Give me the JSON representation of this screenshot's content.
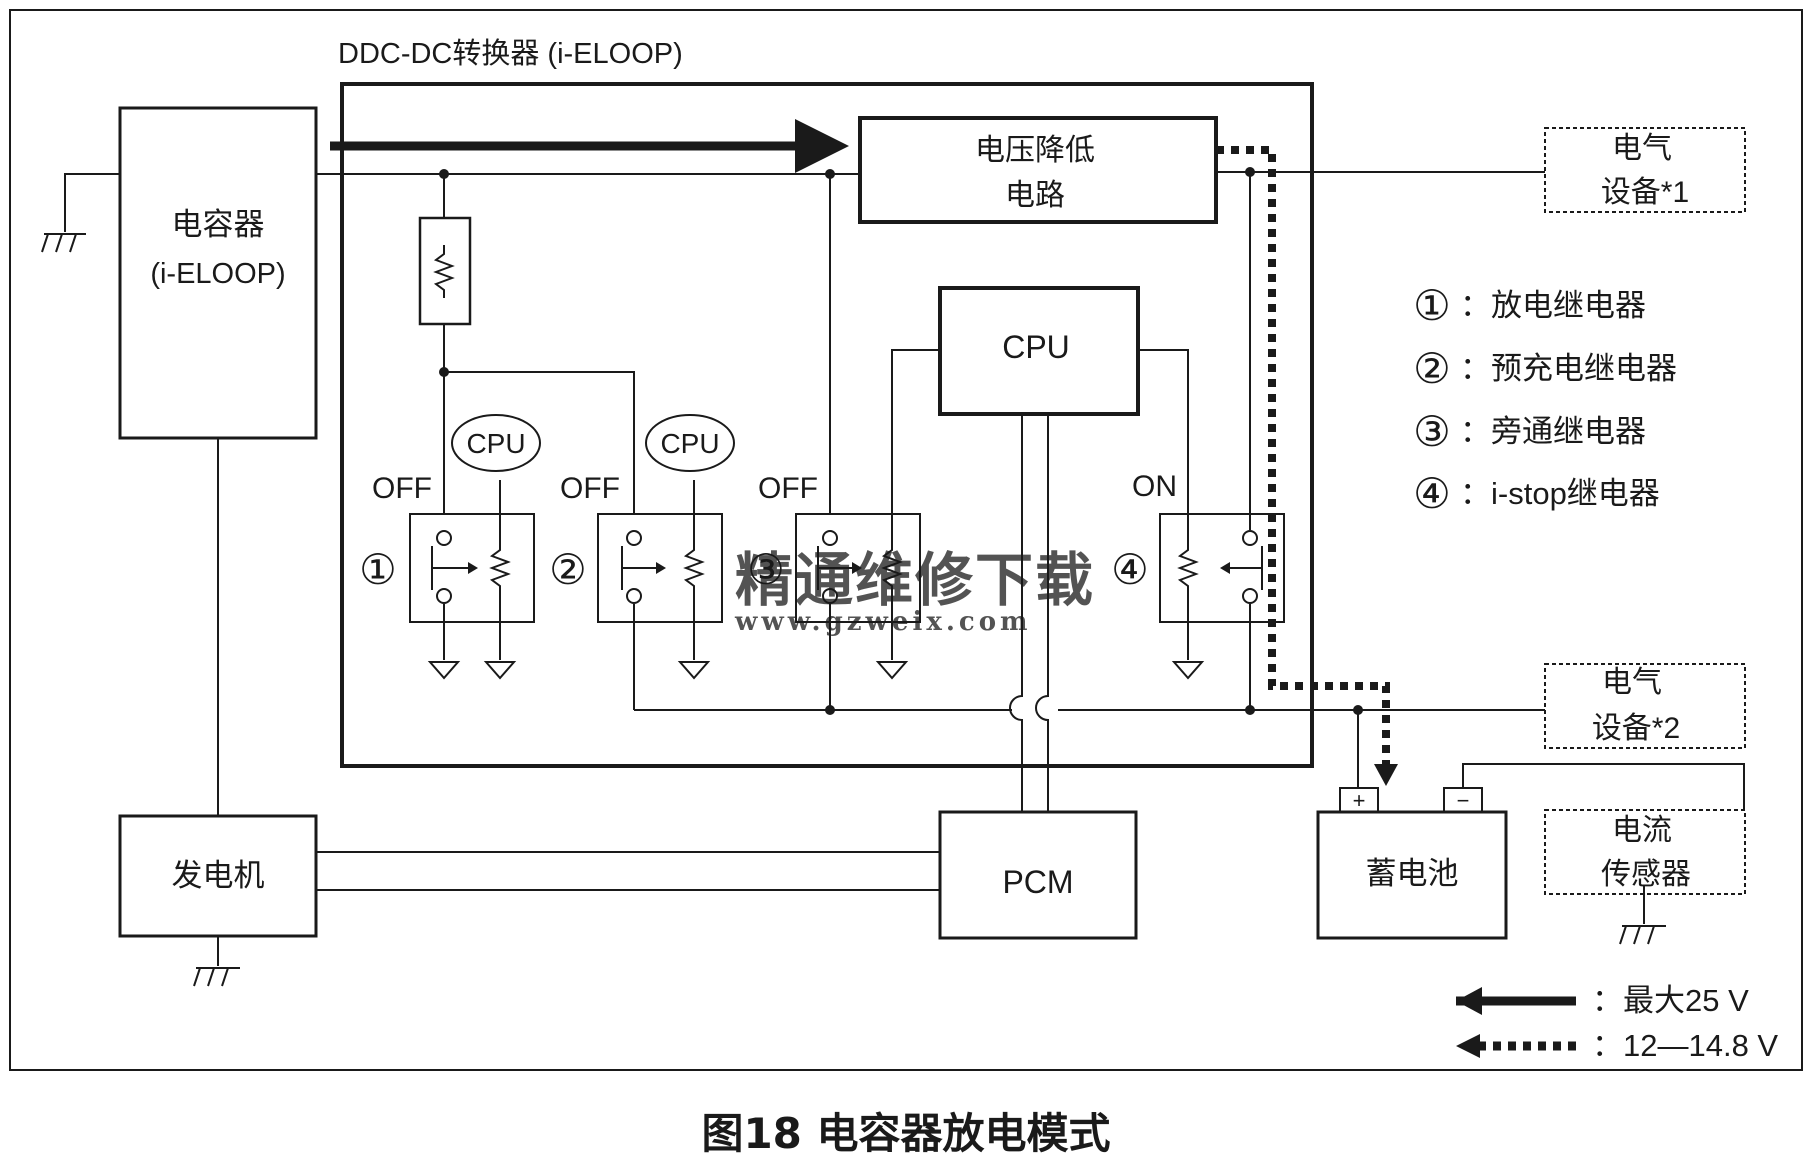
{
  "converter": {
    "title": "DDC-DC转换器 (i-ELOOP)",
    "step_down": {
      "line1": "电压降低",
      "line2": "电路"
    },
    "cpu_main": "CPU",
    "cpu_relay1": "CPU",
    "cpu_relay2": "CPU"
  },
  "capacitor": {
    "line1": "电容器",
    "line2": "(i-ELOOP)"
  },
  "generator": {
    "label": "发电机"
  },
  "pcm": {
    "label": "PCM"
  },
  "battery": {
    "label": "蓄电池",
    "plus": "+",
    "minus": "−"
  },
  "load1": {
    "line1": "电气",
    "line2": "设备*1"
  },
  "load2": {
    "line1": "电气",
    "line2": "设备*2"
  },
  "sensor": {
    "line1": "电流",
    "line2": "传感器"
  },
  "relays": [
    {
      "num": "①",
      "state": "OFF"
    },
    {
      "num": "②",
      "state": "OFF"
    },
    {
      "num": "③",
      "state": "OFF"
    },
    {
      "num": "④",
      "state": "ON"
    }
  ],
  "relay_legend": [
    {
      "num": "①",
      "text": "：放电继电器"
    },
    {
      "num": "②",
      "text": "：预充电继电器"
    },
    {
      "num": "③",
      "text": "：旁通继电器"
    },
    {
      "num": "④",
      "text": "：i-stop继电器"
    }
  ],
  "arrow_legend": [
    {
      "style": "solid",
      "text": "：最大25 V"
    },
    {
      "style": "dotted",
      "text": "：12—14.8 V"
    }
  ],
  "watermark": {
    "cn": "精通维修下载",
    "url": "www.gzweix.com"
  },
  "caption": "图18 电容器放电模式",
  "colors": {
    "line": "#1a1a1a",
    "background": "#ffffff",
    "watermark": "#f2b49a"
  }
}
